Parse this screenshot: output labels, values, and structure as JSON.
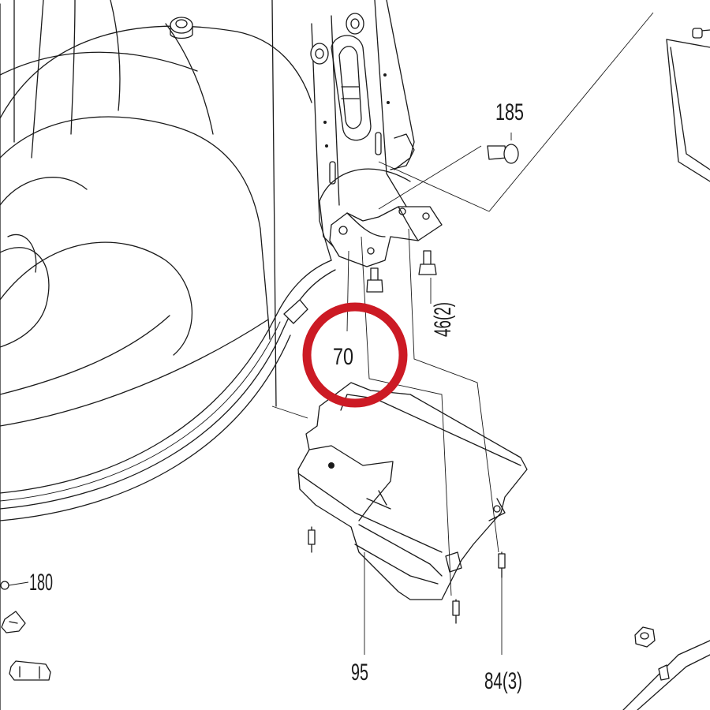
{
  "callouts": {
    "c185": "185",
    "c46": "46(2)",
    "c70": "70",
    "c180": "180",
    "c95": "95",
    "c84": "84(3)"
  },
  "highlight": {
    "target": "70",
    "color": "#cc1a24"
  }
}
